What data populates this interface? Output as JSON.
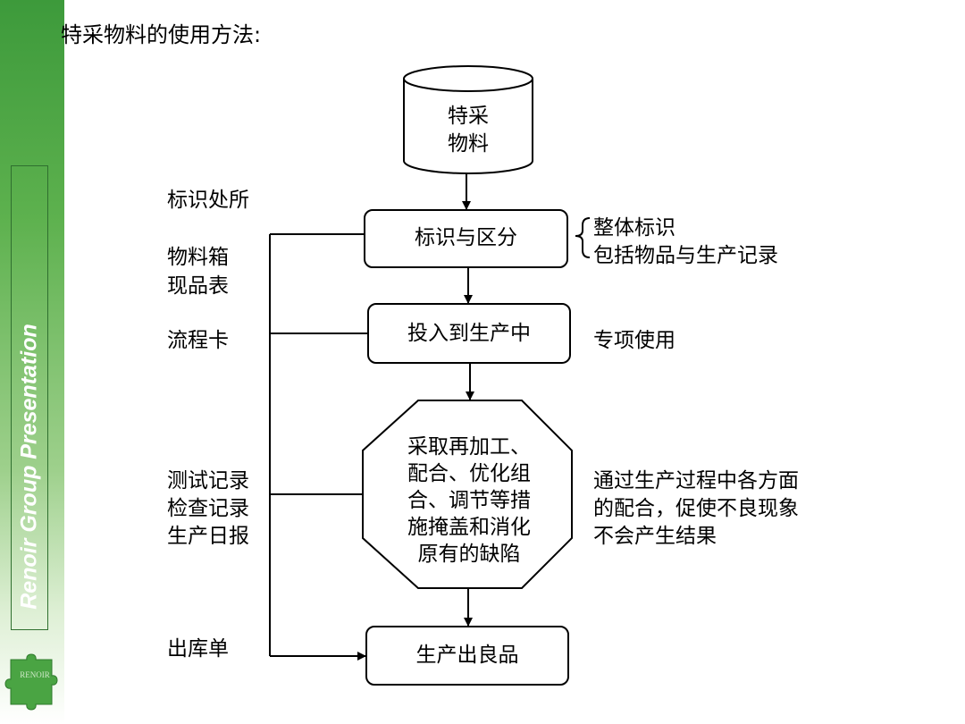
{
  "title": "特采物料的使用方法:",
  "sidebar": {
    "title": "Renoir Group Presentation",
    "logo_text": "RENOIR"
  },
  "nodes": {
    "start": "特采\n物料",
    "identify": "标识与区分",
    "input": "投入到生产中",
    "rework": "采取再加工、\n配合、优化组\n合、调节等措\n施掩盖和消化\n原有的缺陷",
    "output": "生产出良品"
  },
  "left_labels": {
    "location": "标识处所",
    "box_table": "物料箱\n现品表",
    "flow_card": "流程卡",
    "records": "测试记录\n检查记录\n生产日报",
    "delivery": "出库单"
  },
  "right_labels": {
    "identify_note": "整体标识\n包括物品与生产记录",
    "input_note": "专项使用",
    "rework_note": "通过生产过程中各方面\n的配合，促使不良现象\n不会产生结果"
  },
  "colors": {
    "sidebar_green": "#3d9a3b",
    "logo_green": "#4aa443"
  }
}
